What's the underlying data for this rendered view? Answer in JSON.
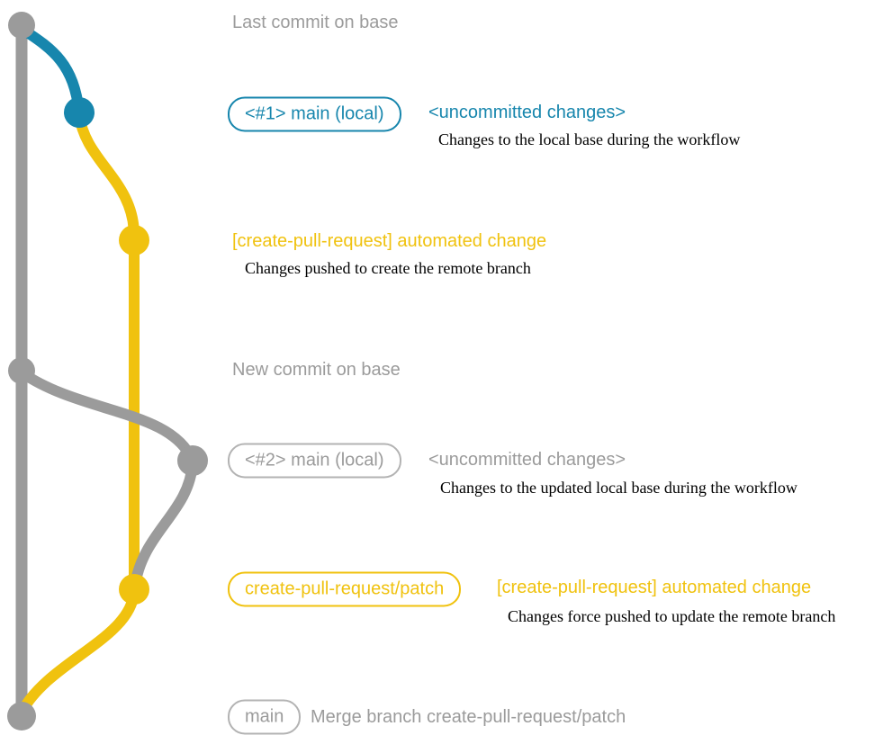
{
  "colors": {
    "gray": "#9b9b9b",
    "graybadge": "#b3b3b3",
    "blue": "#1786ad",
    "yellow": "#f0c20f",
    "desc": "#000000",
    "bg": "#ffffff"
  },
  "graph": {
    "type": "git-commit-graph",
    "branches": [
      {
        "name": "base",
        "color": "gray"
      },
      {
        "name": "main (local)",
        "color": "blue-then-gray"
      },
      {
        "name": "create-pull-request/patch",
        "color": "yellow"
      }
    ],
    "nodes": [
      {
        "id": "last-commit-on-base",
        "branch": "base",
        "color": "gray"
      },
      {
        "id": "main-local-commit-1",
        "branch": "main (local)",
        "color": "blue"
      },
      {
        "id": "automated-change-commit-1",
        "branch": "create-pull-request/patch",
        "color": "yellow"
      },
      {
        "id": "new-commit-on-base",
        "branch": "base",
        "color": "gray"
      },
      {
        "id": "main-local-commit-2",
        "branch": "main (local)",
        "color": "gray"
      },
      {
        "id": "automated-change-commit-2",
        "branch": "create-pull-request/patch",
        "color": "yellow"
      },
      {
        "id": "merge-commit",
        "branch": "base",
        "color": "gray"
      }
    ]
  },
  "annotations": {
    "row1": {
      "label": "Last commit on base"
    },
    "row2": {
      "badge": "<#1> main (local)",
      "title": "<uncommitted changes>",
      "desc": "Changes to the local base during the workflow"
    },
    "row3": {
      "title": "[create-pull-request] automated change",
      "desc": "Changes pushed to create the remote branch"
    },
    "row4": {
      "label": "New commit on base"
    },
    "row5": {
      "badge": "<#2> main (local)",
      "title": "<uncommitted changes>",
      "desc": "Changes to the updated local base during the workflow"
    },
    "row6": {
      "badge": "create-pull-request/patch",
      "title": "[create-pull-request] automated change",
      "desc": "Changes force pushed to update the remote branch"
    },
    "row7": {
      "badge": "main",
      "label": "Merge branch create-pull-request/patch"
    }
  }
}
